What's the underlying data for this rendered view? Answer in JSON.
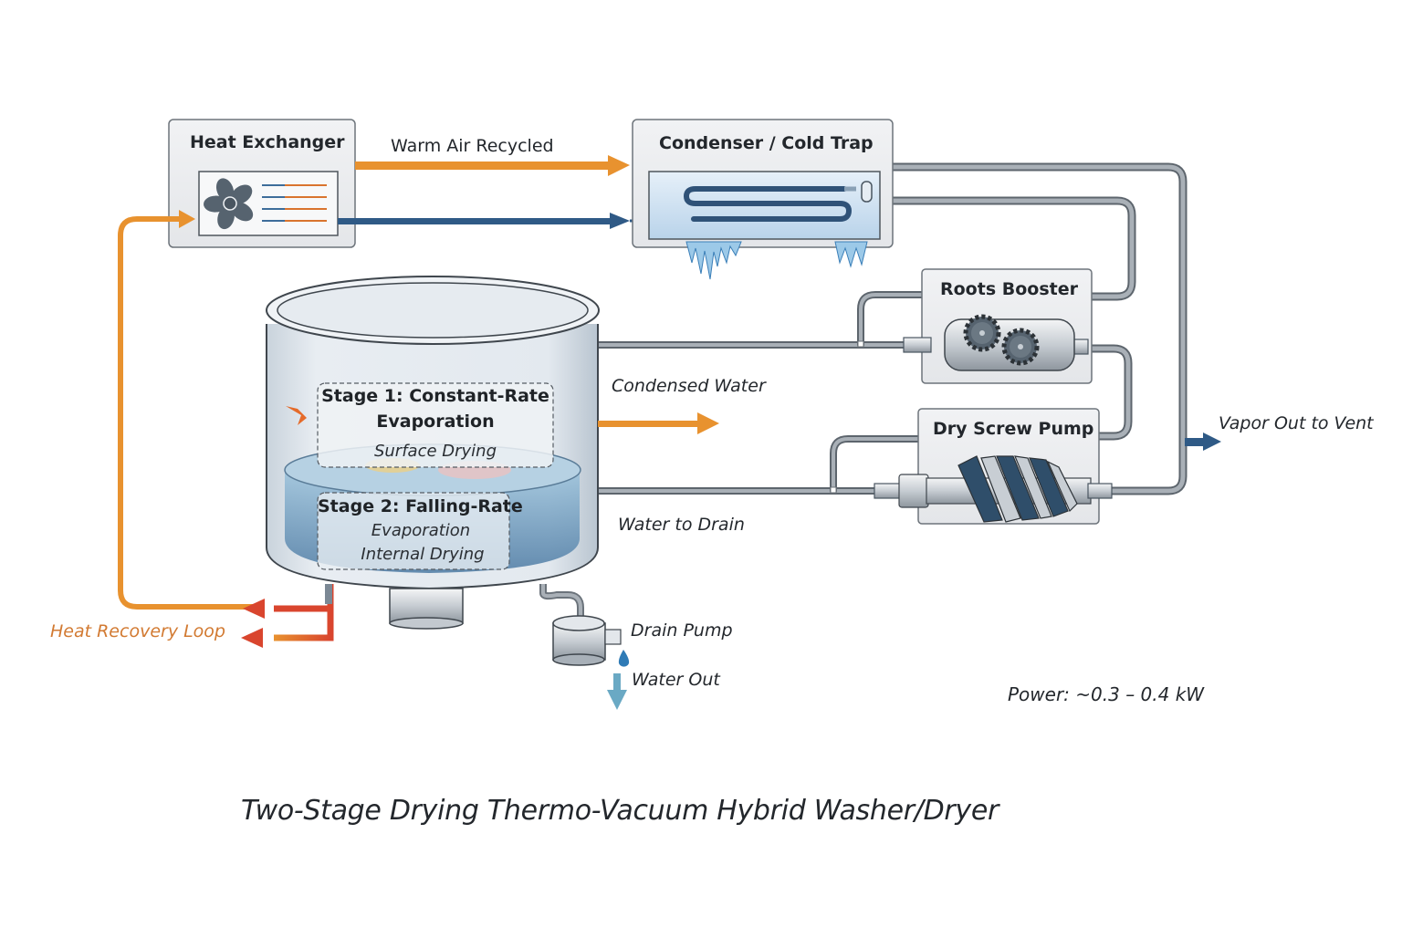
{
  "title": "Two-Stage Drying Thermo-Vacuum Hybrid Washer/Dryer",
  "components": {
    "heat_exchanger": {
      "label": "Heat Exchanger",
      "icon": "fan-coil-icon"
    },
    "condenser": {
      "label": "Condenser / Cold Trap",
      "icon": "serpentine-coil-icon"
    },
    "roots_booster": {
      "label": "Roots Booster",
      "icon": "gear-pump-icon"
    },
    "dry_screw_pump": {
      "label": "Dry Screw Pump",
      "icon": "screw-rotor-icon"
    },
    "drain_pump": {
      "label": "Drain Pump",
      "icon": "drain-pump-icon"
    },
    "drum": {
      "stage1": {
        "title_line1": "Stage 1: Constant-Rate",
        "title_line2": "Evaporation",
        "subtitle": "Surface Drying"
      },
      "stage2": {
        "title": "Stage 2: Falling-Rate",
        "line2": "Evaporation",
        "line3": "Internal Drying"
      }
    }
  },
  "flows": {
    "warm_air": "Warm Air Recycled",
    "condensed_water": "Condensed Water",
    "water_to_drain": "Water to Drain",
    "vapor_out": "Vapor Out to Vent",
    "heat_recovery": "Heat Recovery Loop",
    "water_out": "Water Out"
  },
  "specs": {
    "power": "Power: ~0.3 – 0.4 kW"
  },
  "colors": {
    "warm": "#e8922f",
    "hot": "#d9452e",
    "cool": "#2f5a86",
    "pipe": "#8d959e",
    "box_fill": "#eceef0",
    "box_stroke": "#6d747b",
    "ice": "#cfe2f3",
    "water": "#6aa9c4"
  }
}
